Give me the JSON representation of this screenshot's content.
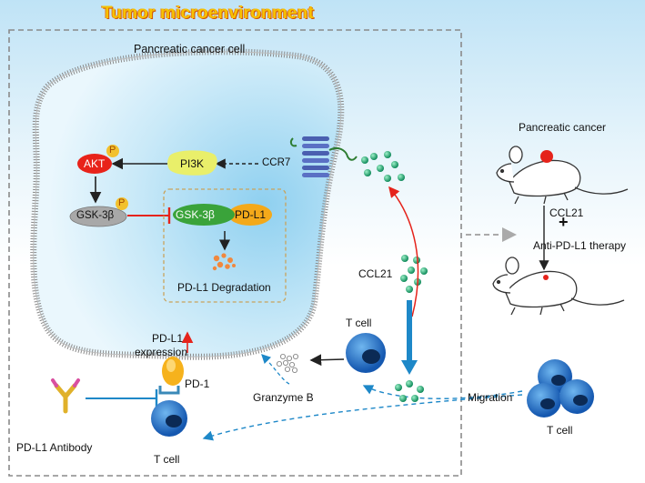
{
  "title": "Tumor microenvironment",
  "labels": {
    "cell": "Pancreatic cancer cell",
    "akt": "AKT",
    "p": "P",
    "pi3k": "PI3K",
    "ccr7": "CCR7",
    "gsk": "GSK-3β",
    "gsk_complex": "GSK-3β",
    "pdl1_complex": "PD-L1",
    "degradation": "PD-L1 Degradation",
    "ccl21_mid": "CCL21",
    "pdl1_expression_1": "PD-L1",
    "pdl1_expression_2": "expression",
    "pd1": "PD-1",
    "antibody": "PD-L1 Antibody",
    "tcell_bottom": "T cell",
    "tcell_mid": "T cell",
    "granzyme": "Granzyme B",
    "migration": "Migration",
    "tcell_right": "T cell",
    "pancreatic_cancer": "Pancreatic cancer",
    "ccl21_right": "CCL21",
    "plus": "+",
    "therapy": "Anti-PD-L1 therapy"
  },
  "colors": {
    "title": "#f6c200",
    "akt": "#e8231a",
    "p_badge": "#f2c12e",
    "pi3k": "#e9ef6a",
    "gsk": "#9e9e9e",
    "gsk_complex": "#3aa33a",
    "pdl1_complex": "#f4a91a",
    "inhibit_red": "#e5231b",
    "blue_arrow": "#1e88c8",
    "tcell": "#1565c0",
    "chemokine": "#22a878"
  }
}
